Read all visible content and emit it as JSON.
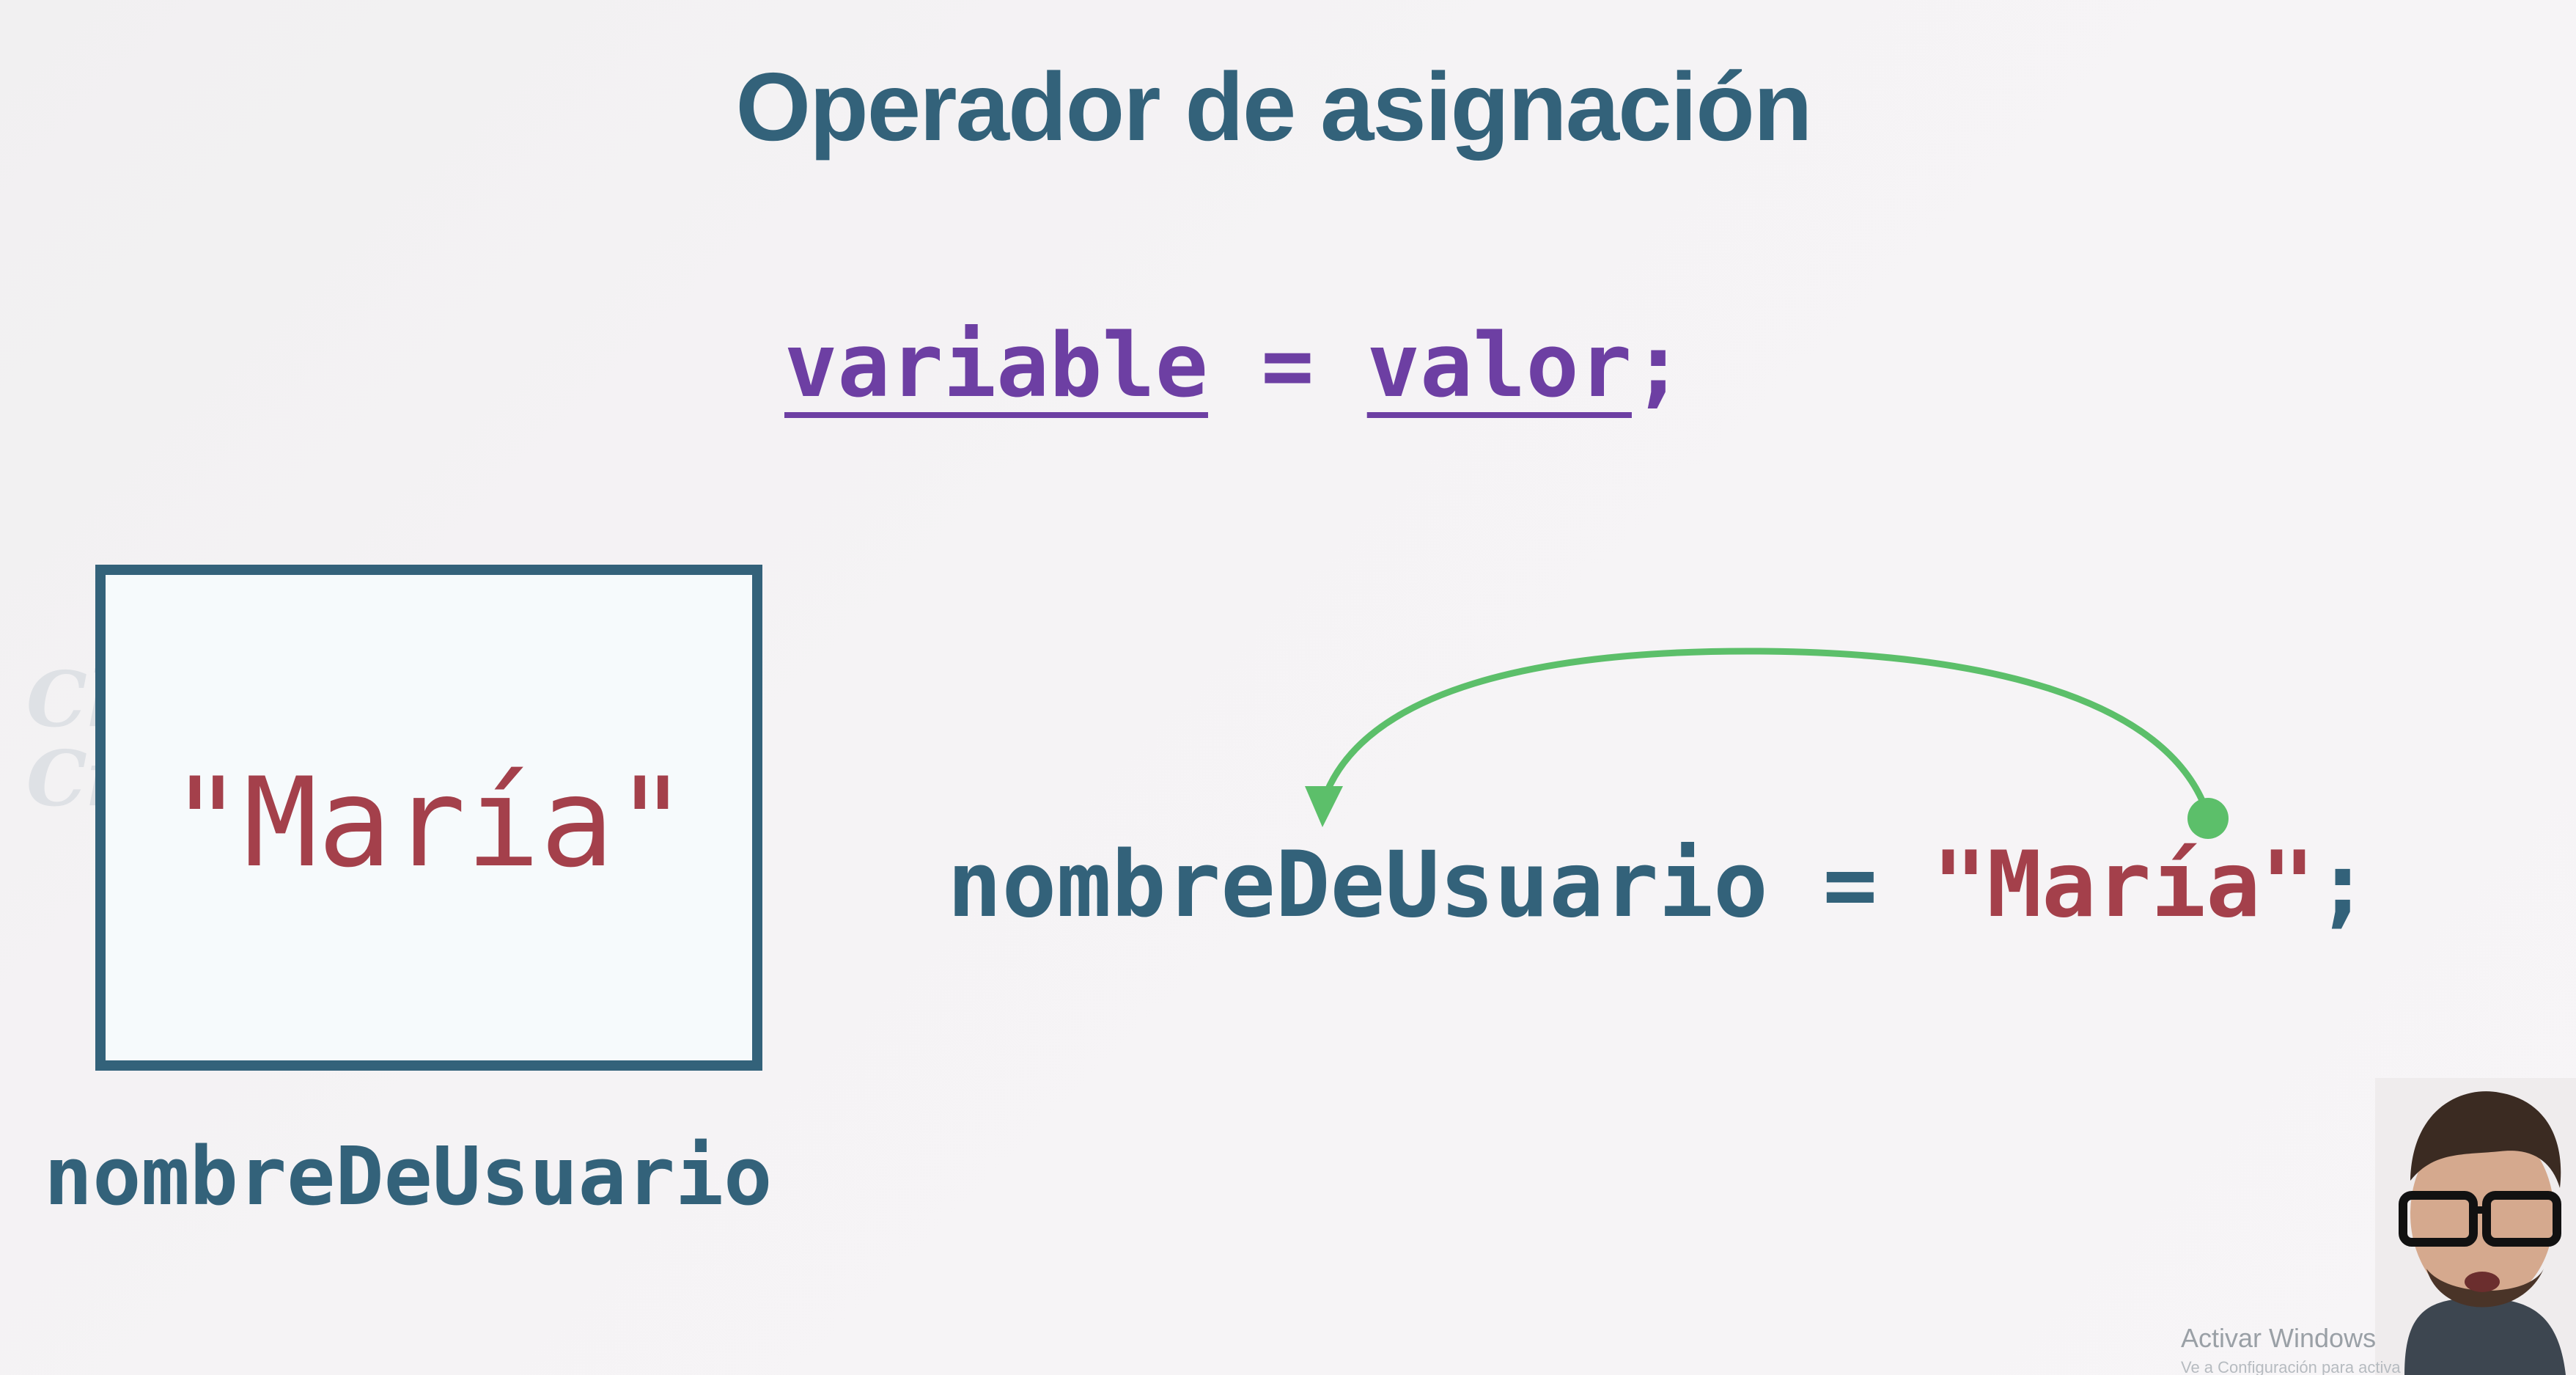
{
  "slide": {
    "title": "Operador de asignación",
    "syntax": {
      "left": "variable",
      "operator": " = ",
      "right": "valor",
      "terminator": ";"
    },
    "box": {
      "value": "\"María\""
    },
    "variable_label": "nombreDeUsuario",
    "statement": {
      "name": "nombreDeUsuario",
      "operator": " = ",
      "value": "\"María\"",
      "terminator": ";"
    },
    "watermark": "Charly Cimino",
    "colors": {
      "title": "#33627a",
      "syntax": "#6d3fa3",
      "string": "#a4404b",
      "box_border": "#33627a",
      "arrow": "#5cbf6a"
    },
    "icons": {
      "arrow": "curved-arrow-icon",
      "presenter": "presenter-webcam"
    }
  },
  "os_overlay": {
    "activate_title": "Activar Windows",
    "activate_sub": "Ve a Configuración para activar Windows."
  }
}
